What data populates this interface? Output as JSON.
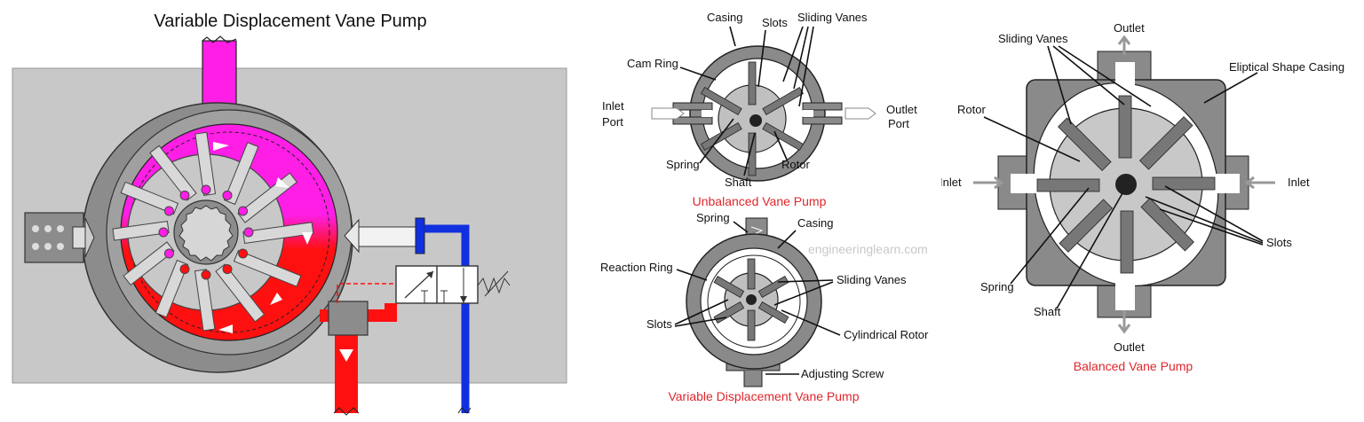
{
  "panel_left": {
    "title": "Variable Displacement Vane Pump"
  },
  "panel_mid": {
    "unbalanced": {
      "labels": {
        "casing": "Casing",
        "slots": "Slots",
        "sliding_vanes": "Sliding Vanes",
        "cam_ring": "Cam Ring",
        "inlet": "Inlet",
        "port_in": "Port",
        "outlet": "Outlet",
        "port_out": "Port",
        "spring": "Spring",
        "shaft": "Shaft",
        "rotor": "Rotor"
      },
      "caption": "Unbalanced Vane Pump"
    },
    "variable": {
      "labels": {
        "spring": "Spring",
        "casing": "Casing",
        "reaction_ring": "Reaction Ring",
        "sliding_vanes": "Sliding Vanes",
        "slots": "Slots",
        "cylindrical_rotor": "Cylindrical Rotor",
        "adjusting_screw": "Adjusting Screw"
      },
      "caption": "Variable Displacement Vane Pump",
      "watermark": "engineeringlearn.com"
    }
  },
  "panel_right": {
    "labels": {
      "outlet_top": "Outlet",
      "sliding_vanes": "Sliding Vanes",
      "casing": "Eliptical Shape Casing",
      "rotor": "Rotor",
      "inlet_left": "Inlet",
      "inlet_right": "Inlet",
      "slots": "Slots",
      "spring": "Spring",
      "shaft": "Shaft",
      "outlet_bottom": "Outlet"
    },
    "caption": "Balanced Vane Pump"
  },
  "colors": {
    "housing": "#c8c8c8",
    "ring": "#8c8c8c",
    "suction": "#ff1ee6",
    "pressure": "#ff1010",
    "tank": "#1030e0",
    "caption": "#e0262c"
  }
}
